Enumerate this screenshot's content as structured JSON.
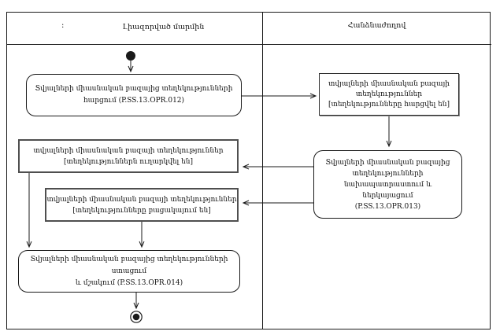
{
  "diagram": {
    "type": "uml-activity-swimlane-diagram",
    "header_prefix": ":",
    "lanes": [
      {
        "title": "Լիազորված մարմին"
      },
      {
        "title": "Հանձնաժողով"
      }
    ],
    "nodes": {
      "opr012": {
        "kind": "action",
        "lane": "Լիազորված մարմին",
        "code": "P.SS.13.OPR.012",
        "lines": [
          "Տվյալների միասնական բազայից տեղեկությունների",
          "հարցում (P.SS.13.OPR.012)"
        ]
      },
      "info_requested": {
        "kind": "object",
        "lane": "Հանձնաժողով",
        "lines": [
          "տվյալների միասնական բազայի",
          "տեղեկություններ",
          "[տեղեկությունները հարցվել են]"
        ]
      },
      "opr013": {
        "kind": "action",
        "lane": "Հանձնաժողով",
        "code": "P.SS.13.OPR.013",
        "lines": [
          "Տվյալների միասնական բազայից",
          "տեղեկությունների",
          "նախապատրաստում և",
          "ներկայացում",
          "(P.SS.13.OPR.013)"
        ]
      },
      "info_sent": {
        "kind": "object",
        "lane": "Լիազորված մարմին",
        "lines": [
          "տվյալների միասնական բազայի տեղեկություններ",
          "[տեղեկություններն ուղարկվել են]"
        ]
      },
      "info_missing": {
        "kind": "object",
        "lane": "Լիազորված մարմին",
        "lines": [
          "տվյալների միասնական բազայի տեղեկություններ",
          "[տեղեկությունները բացակայում են]"
        ]
      },
      "opr014": {
        "kind": "action",
        "lane": "Լիազորված մարմին",
        "code": "P.SS.13.OPR.014",
        "lines": [
          "Տվյալների միասնական բազայից տեղեկությունների ստացում",
          "և մշակում (P.SS.13.OPR.014)"
        ]
      }
    },
    "flow": {
      "start": "initial-node",
      "end": "activity-final-node",
      "edges": [
        "initial-node -> opr012",
        "opr012 -> info_requested",
        "info_requested -> opr013",
        "opr013 -> info_sent",
        "opr013 -> info_missing",
        "info_sent -> opr014",
        "info_missing -> opr014",
        "opr014 -> activity-final-node"
      ]
    },
    "colors": {
      "line": "#1a1a1a",
      "object_border": "#4f4f4f",
      "background": "#ffffff"
    }
  }
}
